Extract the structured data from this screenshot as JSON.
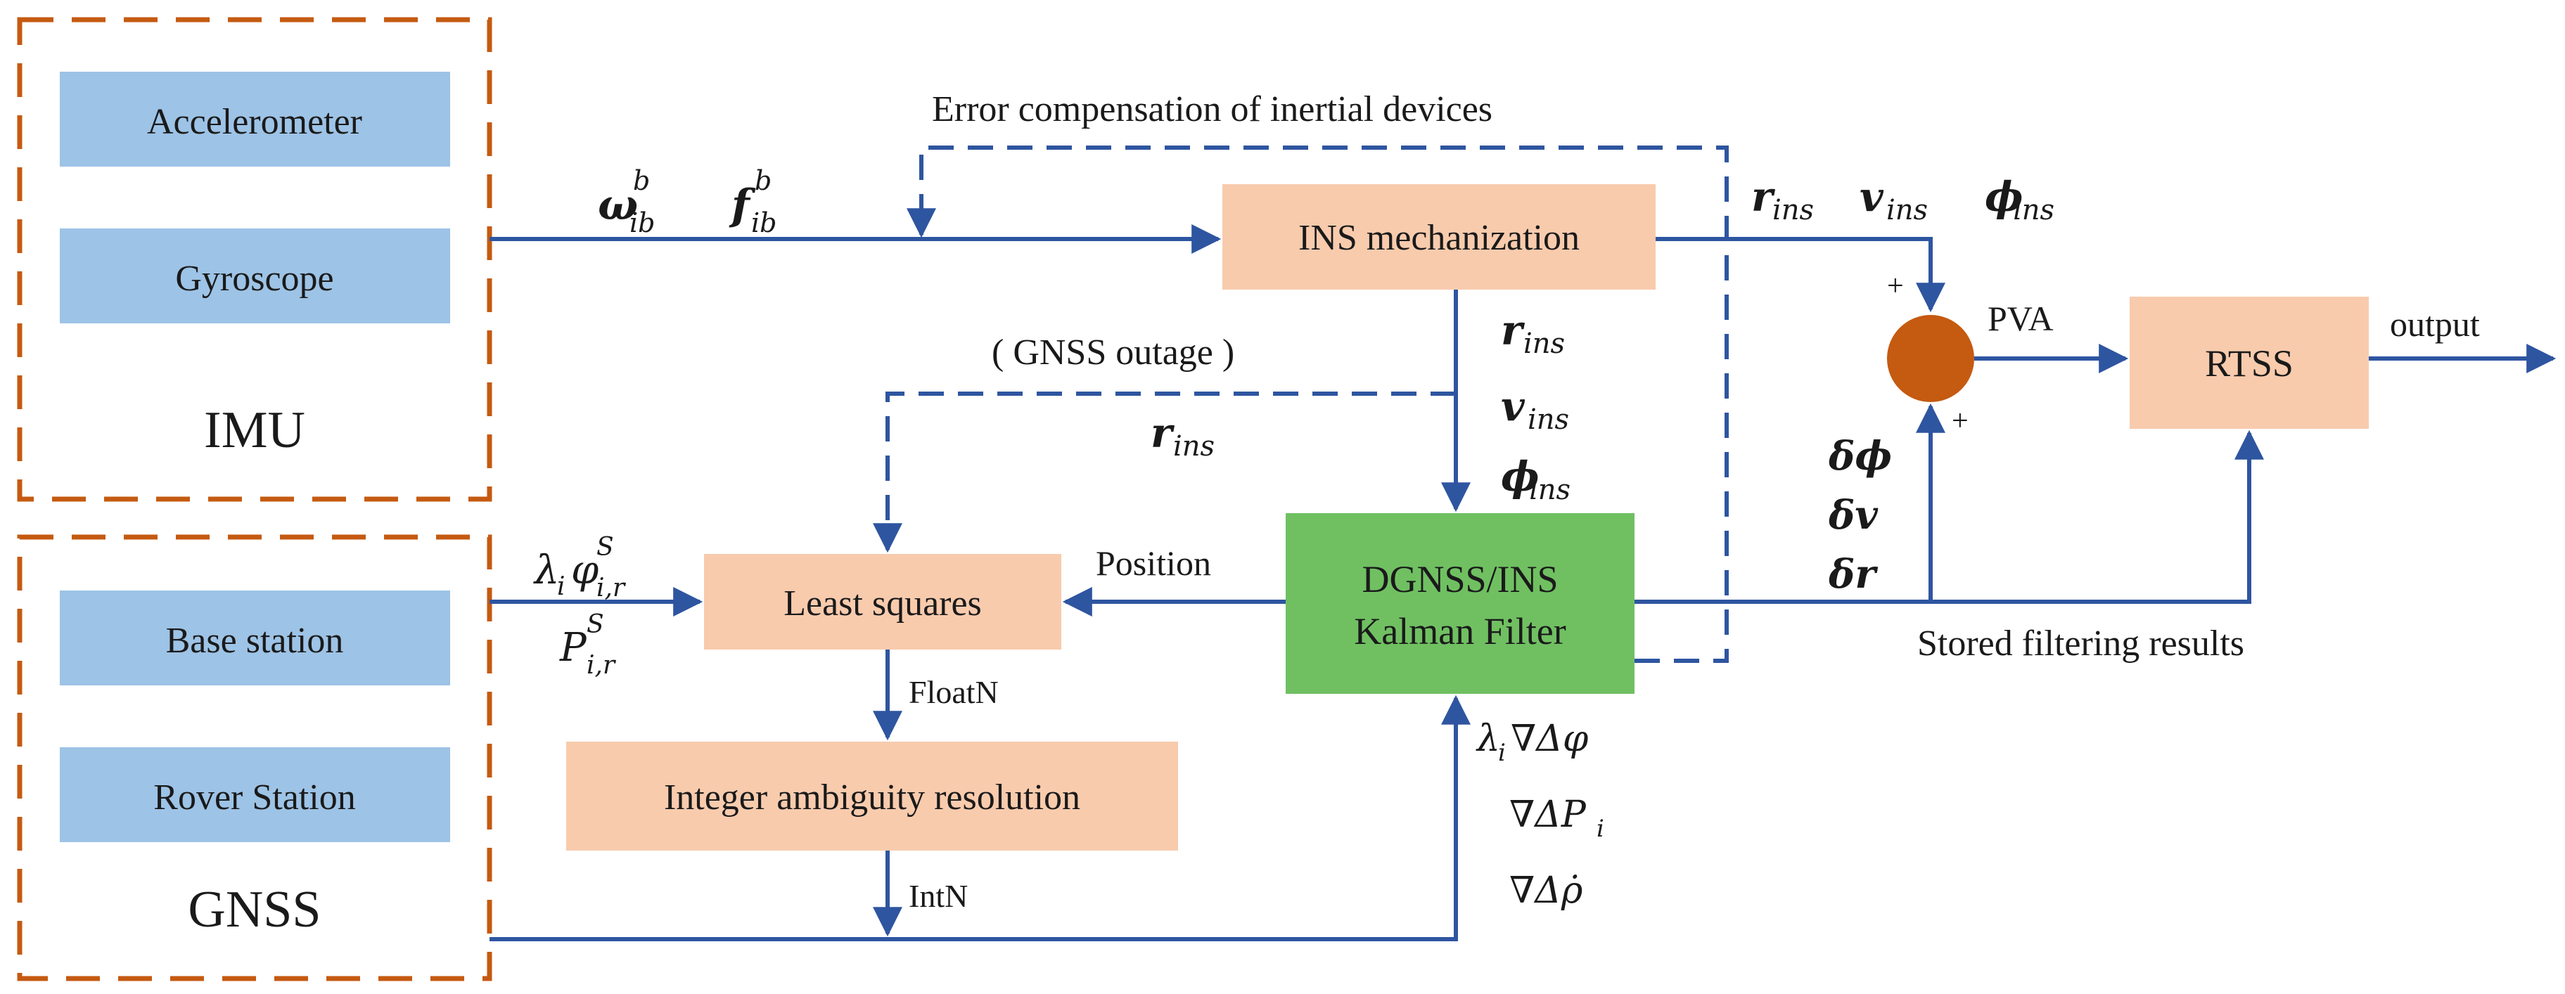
{
  "colors": {
    "blue_box": "#9dc3e6",
    "orange_box": "#f8cbad",
    "green_box": "#70c062",
    "arrow": "#2e55a0",
    "dash_group": "#c55a11",
    "sum_node": "#c55a11"
  },
  "groups": {
    "imu": {
      "label": "IMU",
      "items": [
        "Accelerometer",
        "Gyroscope"
      ]
    },
    "gnss": {
      "label": "GNSS",
      "items": [
        "Base station",
        "Rover Station"
      ]
    }
  },
  "blocks": {
    "ins": "INS mechanization",
    "least_squares": "Least squares",
    "integer": "Integer ambiguity resolution",
    "kf_line1": "DGNSS/INS",
    "kf_line2": "Kalman Filter",
    "rtss": "RTSS"
  },
  "labels": {
    "error_comp": "Error compensation of inertial devices",
    "gnss_outage": "( GNSS outage )",
    "position": "Position",
    "floatn": "FloatN",
    "intn": "IntN",
    "pva": "PVA",
    "output": "output",
    "stored": "Stored  filtering results",
    "plus1": "+",
    "plus2": "+"
  },
  "math": {
    "omega": "ω",
    "omega_sub": "ib",
    "omega_sup": "b",
    "f": "f",
    "f_sub": "ib",
    "f_sup": "b",
    "r": "r",
    "v": "v",
    "phi": "ϕ",
    "ins": "ins",
    "lambda": "λ",
    "i": "i",
    "varphi": "φ",
    "S": "S",
    "ir": "i,r",
    "P": "P",
    "d_phi": "δϕ",
    "d_v": "δv",
    "d_r": "δr",
    "nabla_phi": "∇Δφ",
    "nabla_P": "∇ΔP",
    "nabla_rho": "∇Δρ̇"
  }
}
